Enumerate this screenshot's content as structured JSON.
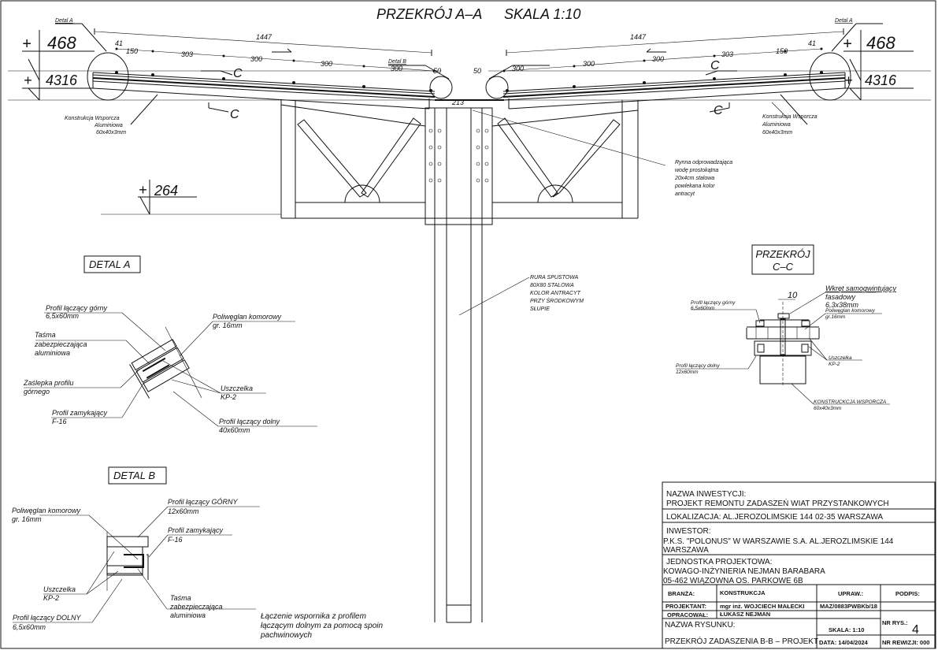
{
  "header": {
    "title": "PRZEKRÓJ A–A",
    "scale": "SKALA 1:10"
  },
  "section_aa": {
    "levels": {
      "top": "468",
      "beam": "4316",
      "truss": "264"
    },
    "dimensions_left": {
      "total": "1447",
      "segments": [
        "41",
        "150",
        "303",
        "300",
        "300",
        "300",
        "50"
      ],
      "gutter": "213"
    },
    "dimensions_right": {
      "total": "1447",
      "segments": [
        "50",
        "300",
        "300",
        "300",
        "303",
        "150",
        "41"
      ]
    },
    "section_mark": "C",
    "detail_a_label": "Detal A",
    "detail_b_label": "Detal B",
    "support_label": [
      "Konstrukcja Wsporcza",
      "Aluminiowa",
      "60x40x3mm"
    ],
    "gutter_label": [
      "Rynna odprowadzająca",
      "wodę prostokątna",
      "20x4cm stalowa",
      "powlekana kolor",
      "antracyt"
    ],
    "downpipe_label": [
      "RURA SPUSTOWA",
      "80X80 STALOWA",
      "KOLOR ANTRACYT",
      "PRZY ŚRODKOWYM",
      "SŁUPIE"
    ]
  },
  "detail_a": {
    "title": "DETAL A",
    "labels": {
      "top_profile": [
        "Profil łączący górny",
        "6,5x60mm"
      ],
      "tape": [
        "Taśma",
        "zabezpieczająca",
        "aluminiowa"
      ],
      "cap": [
        "Zaślepka profilu",
        "górnego"
      ],
      "closing": [
        "Profil zamykający",
        "F-16"
      ],
      "polycarbonate": [
        "Poliwęglan komorowy",
        "gr. 16mm"
      ],
      "seal": [
        "Uszczelka",
        "KP-2"
      ],
      "bottom_profile": [
        "Profil łączący dolny",
        "40x60mm"
      ]
    }
  },
  "detail_b": {
    "title": "DETAL B",
    "labels": {
      "polycarbonate": [
        "Poliwęglan komorowy",
        "gr. 16mm"
      ],
      "top_profile": [
        "Profil łączący GÓRNY",
        "12x60mm"
      ],
      "closing": [
        "Profil zamykający",
        "F-16"
      ],
      "seal": [
        "Uszczelka",
        "KP-2"
      ],
      "bottom_profile": [
        "Profil łączący DOLNY",
        "6,5x60mm"
      ],
      "tape": [
        "Taśma",
        "zabezpieczająca",
        "aluminiowa"
      ]
    },
    "note": [
      "Łączenie wspornika z profilem",
      "łączącym dolnym za pomocą spoin",
      "pachwinowych"
    ]
  },
  "section_cc": {
    "title": [
      "PRZEKRÓJ",
      "C–C"
    ],
    "dimension": "10",
    "labels": {
      "screw": [
        "Wkręt samogwintujący",
        "fasadowy",
        "6,3x38mm"
      ],
      "top_profile": [
        "Profil łączący górny",
        "6,5x60mm"
      ],
      "polycarbonate": [
        "Poliwęglan komorowy",
        "gr.16mm"
      ],
      "bottom_profile": [
        "Profil łączący dolny",
        "12x60mm"
      ],
      "seal": [
        "Uszczelka",
        "KP-2"
      ],
      "support": [
        "KONSTRUCKCJA WSPORCZA",
        "60x40x3mm"
      ]
    }
  },
  "title_block": {
    "investment_label": "NAZWA INWESTYCJI:",
    "investment": "PROJEKT REMONTU ZADASZEŃ WIAT PRZYSTANKOWYCH",
    "location": "LOKALIZACJA: AL.JEROZOLIMSKIE 144 02-35 WARSZAWA",
    "investor_label": "INWESTOR:",
    "investor": [
      "P.K.S. \"POLONUS\" W WARSZAWIE S.A. AL.JEROZLIMSKIE 144",
      "WARSZAWA"
    ],
    "unit_label": "JEDNOSTKA PROJEKTOWA:",
    "unit": [
      "KOWAGO-INŻYNIERIA NEJMAN BARABARA",
      "05-462 WIĄZOWNA OS. PARKOWE 6B"
    ],
    "branch_label": "BRANŻA:",
    "branch": "KONSTRUKCJA",
    "permissions_label": "UPRAW.:",
    "signature_label": "PODPIS:",
    "designer_label": "PROJEKTANT:",
    "designer": "mgr inż. WOJCIECH MAŁECKI",
    "designer_permission": "MAZ/0883PWBKb/18",
    "prepared_label": "OPRACOWAŁ:",
    "prepared": "ŁUKASZ NEJMAN",
    "drawing_name_label": "NAZWA RYSUNKU:",
    "drawing_name": "PRZEKRÓJ ZADASZENIA B-B – PROJEKT",
    "scale": "SKALA: 1:10",
    "date": "DATA: 14/04/2024",
    "drawing_no_label": "NR RYS.:",
    "drawing_no": "4",
    "revision": "NR REWIZJI: 000"
  }
}
